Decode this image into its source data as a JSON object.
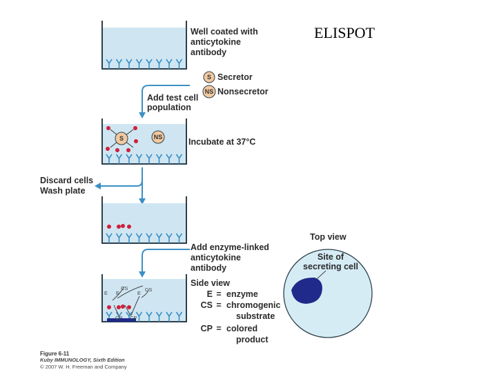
{
  "title": "ELISPOT",
  "steps": {
    "well_coated": [
      "Well coated with",
      "anticytokine",
      "antibody"
    ],
    "secretor_badge": "S",
    "secretor_label": "Secretor",
    "nonsecretor_badge": "NS",
    "nonsecretor_label": "Nonsecretor",
    "add_cells": [
      "Add test cell",
      "population"
    ],
    "incubate": "Incubate at 37°C",
    "discard": [
      "Discard cells",
      "Wash plate"
    ],
    "add_enzyme": [
      "Add enzyme-linked",
      "anticytokine",
      "antibody"
    ],
    "side_view": "Side view",
    "legend": [
      {
        "abbr": "E",
        "eq": "=",
        "desc": [
          "enzyme"
        ]
      },
      {
        "abbr": "CS",
        "eq": "=",
        "desc": [
          "chromogenic",
          "substrate"
        ]
      },
      {
        "abbr": "CP",
        "eq": "=",
        "desc": [
          "colored",
          "product"
        ]
      }
    ],
    "well4_labels": {
      "cs1": "CS",
      "cs2": "CS",
      "e1": "E",
      "e2": "E",
      "e3": "E",
      "cp1": "CP",
      "cp2": "CP"
    }
  },
  "top_view": {
    "title": "Top view",
    "site_label": [
      "Site of",
      "secreting cell"
    ]
  },
  "caption": {
    "figure": "Figure 6-11",
    "book": "Kuby IMMUNOLOGY, Sixth Edition",
    "copyright": "© 2007 W. H. Freeman and Company"
  },
  "colors": {
    "well_fill": "#cfe6f2",
    "well_stroke": "#2c3e4a",
    "antibody": "#3b8fc4",
    "arrow": "#3b8fc4",
    "cytokine": "#d01f3c",
    "cell_fill": "#f2c9a0",
    "spot": "#1f2a8a",
    "dish_fill": "#d6ecf5"
  }
}
